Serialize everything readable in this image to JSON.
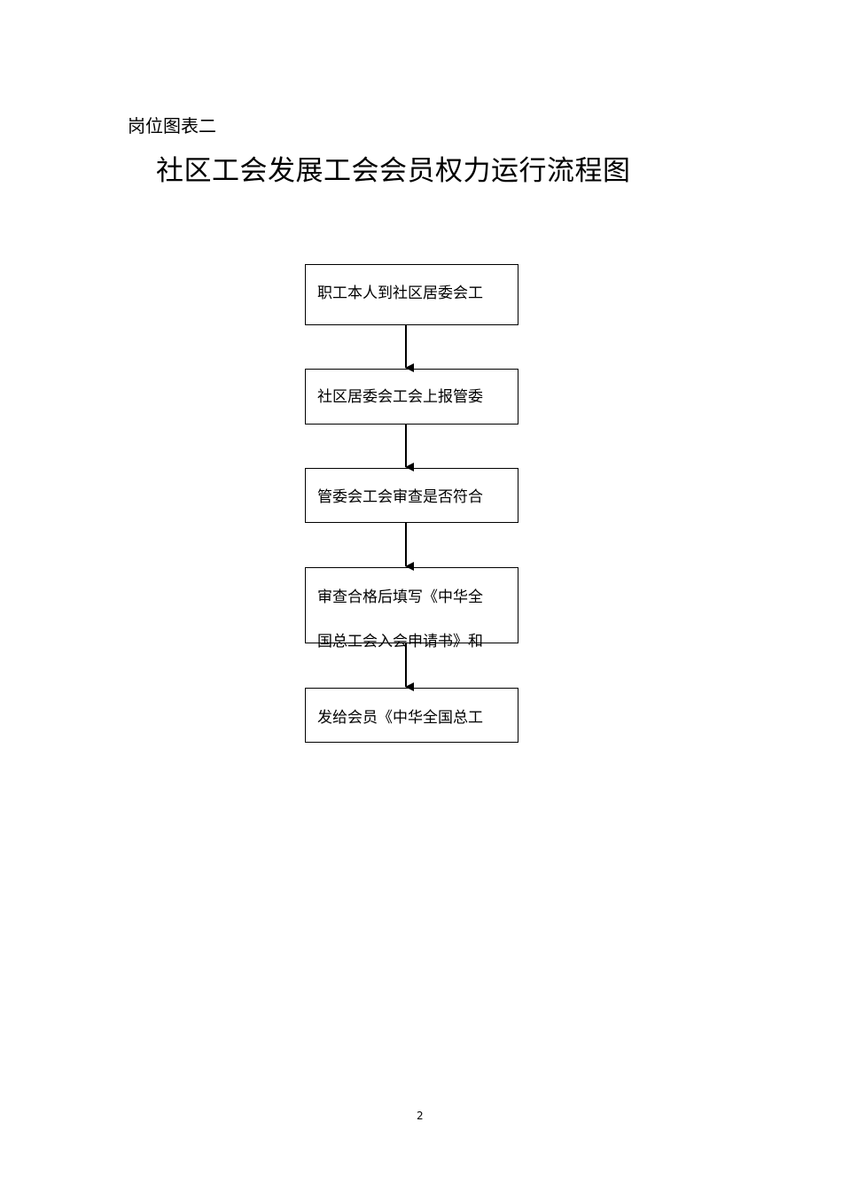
{
  "caption": "岗位图表二",
  "title": "社区工会发展工会会员权力运行流程图",
  "flowchart": {
    "steps": [
      {
        "text": "职工本人到社区居委会工"
      },
      {
        "text": "社区居委会工会上报管委"
      },
      {
        "text": "管委会工会审查是否符合"
      },
      {
        "text": "审查合格后填写《中华全",
        "text2": "国总工会入会申请书》和"
      },
      {
        "text": "发给会员《中华全国总工"
      }
    ]
  },
  "page_number": "2"
}
